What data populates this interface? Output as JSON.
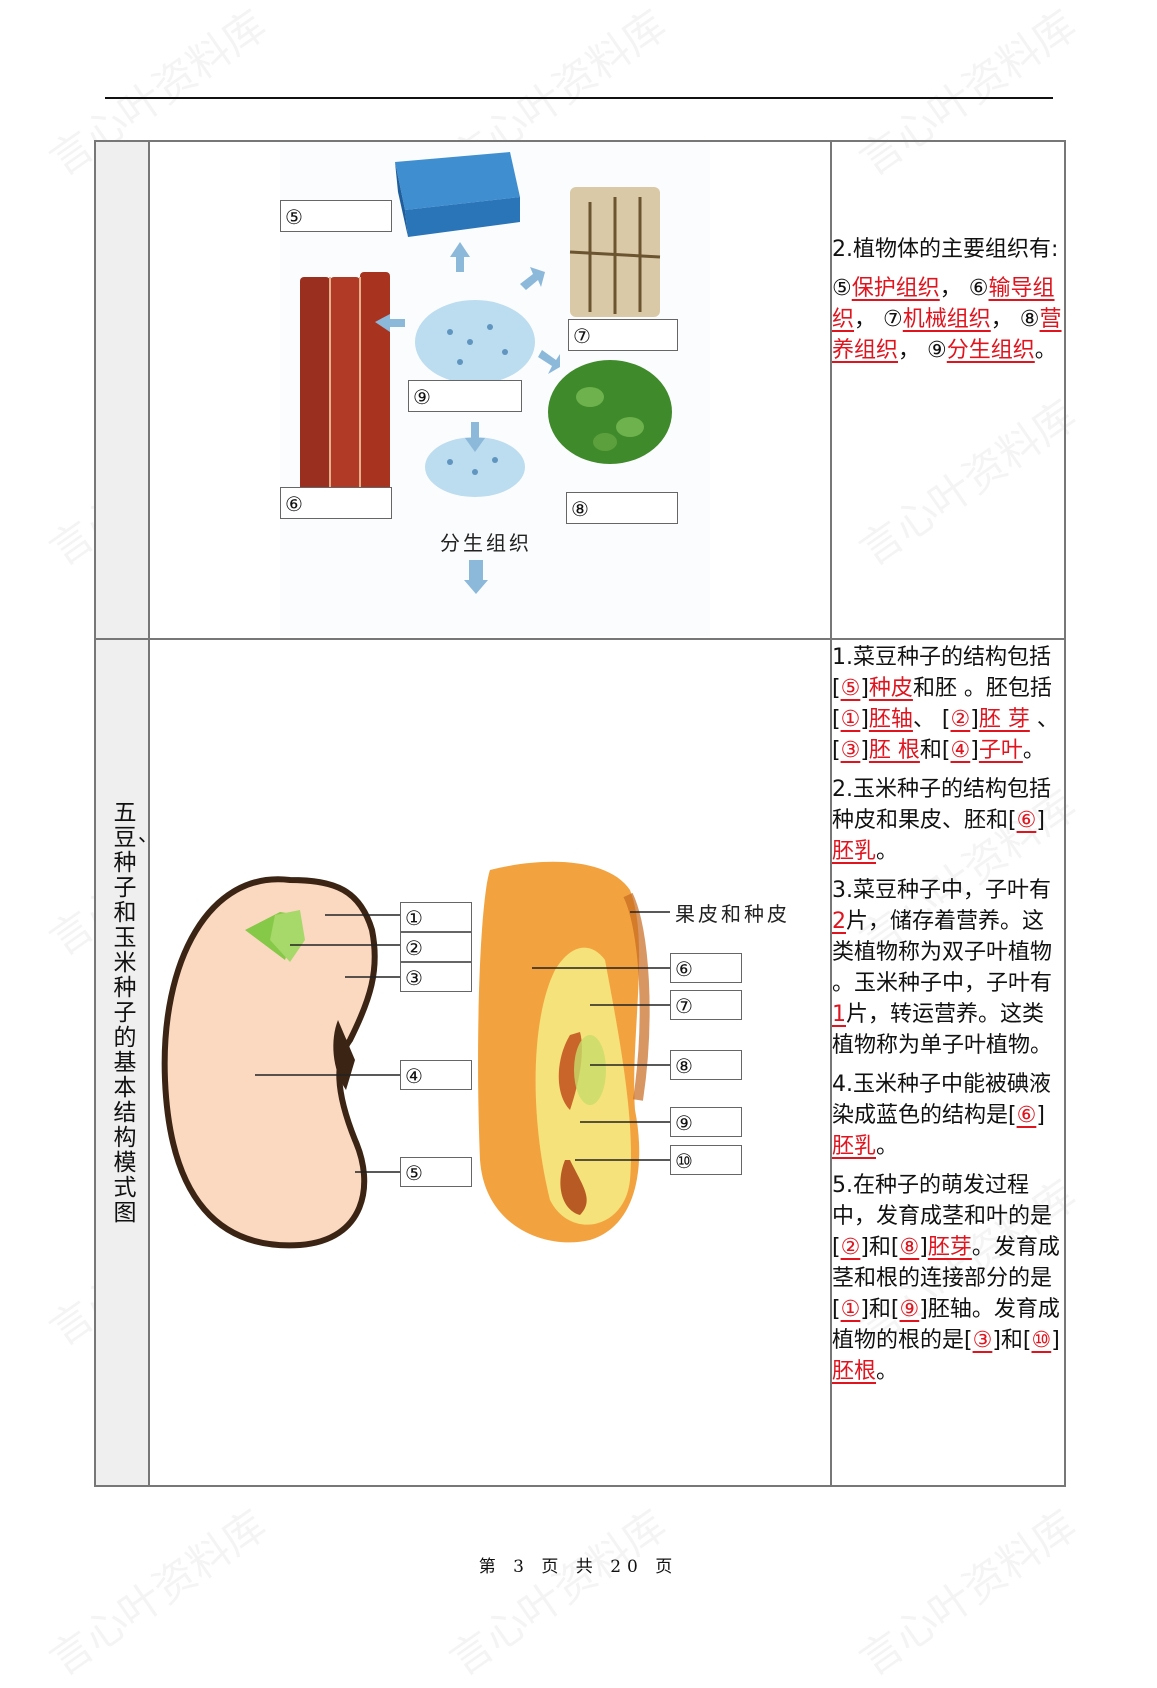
{
  "page": {
    "watermark": "言心叶资料库",
    "footer": "第 3 页 共 20 页"
  },
  "rows": [
    {
      "side_label": "",
      "figure": {
        "labels": [
          "⑤",
          "⑥",
          "⑦",
          "⑧",
          "⑨"
        ],
        "caption": "分生组织"
      },
      "text": {
        "heading": "2.植物体的主要组织有:",
        "answers": [
          {
            "num": "⑤",
            "term": "保护组织",
            "sep": "，"
          },
          {
            "num": "⑥",
            "term": "输导组织",
            "sep": "，"
          },
          {
            "num": "⑦",
            "term": "机械组织",
            "sep": "，"
          },
          {
            "num": "⑧",
            "term": "营养组织",
            "sep": "，"
          },
          {
            "num": "⑨",
            "term": "分生组织",
            "sep": "。"
          }
        ]
      }
    },
    {
      "side_label": "五、豆种子和玉米种子的基本结构模式图",
      "side_label_text": "五豆种子和玉米种子的基本结构模式图",
      "side_label_dot": "、",
      "figure": {
        "bean_labels": [
          "①",
          "②",
          "③",
          "④",
          "⑤"
        ],
        "corn_labels": [
          "⑥",
          "⑦",
          "⑧",
          "⑨",
          "⑩"
        ],
        "corn_outer_label": "果皮和种皮"
      },
      "text": {
        "q1": {
          "p1": "1.菜豆种子的结构包括[",
          "n5": "⑤",
          "p2": "]",
          "t5": "种皮",
          "p3": "和胚 。胚包括[",
          "n1": "①",
          "p4": "]",
          "t1": "胚轴",
          "p5": "、 [",
          "n2": "②",
          "p6": "]",
          "t2": "胚 芽",
          "p7": " 、 [",
          "n3": "③",
          "p8": "]",
          "t3": "胚 根",
          "p9": "和[",
          "n4": "④",
          "p10": "]",
          "t4": "子叶",
          "p11": "。"
        },
        "q2": {
          "p1": "2.玉米种子的结构包括种皮和果皮、胚和[",
          "n6": "⑥",
          "p2": "]",
          "t6": "胚乳",
          "p3": "。"
        },
        "q3": {
          "p1": "3.菜豆种子中，子叶有",
          "v1": "2",
          "p2": "片，储存着营养。这类植物称为双子叶植物 。玉米种子中，子叶有 ",
          "v2": "1",
          "p3": "片，转运营养。这类植物称为单子叶植物。"
        },
        "q4": {
          "p1": "4.玉米种子中能被碘液染成蓝色的结构是[",
          "n6": "⑥",
          "p2": "]",
          "t6": "胚乳",
          "p3": "。"
        },
        "q5": {
          "p1": "5.在种子的萌发过程中，发育成茎和叶的是[",
          "a": "②",
          "p2": "]和[",
          "b": "⑧",
          "p3": "]",
          "t1": "胚芽",
          "p4": "。发育成茎和根的连接部分的是[",
          "c": "①",
          "p5": "]和[",
          "d": "⑨",
          "p6": "]胚轴。发育成植物的根的是[",
          "e": "③",
          "p7": "]和[",
          "f": "⑩",
          "p8": "]",
          "t2": "胚根",
          "p9": "。"
        }
      }
    }
  ],
  "colors": {
    "answer_red": "#e0141e",
    "side_bg": "#efefef",
    "border": "#777777"
  }
}
